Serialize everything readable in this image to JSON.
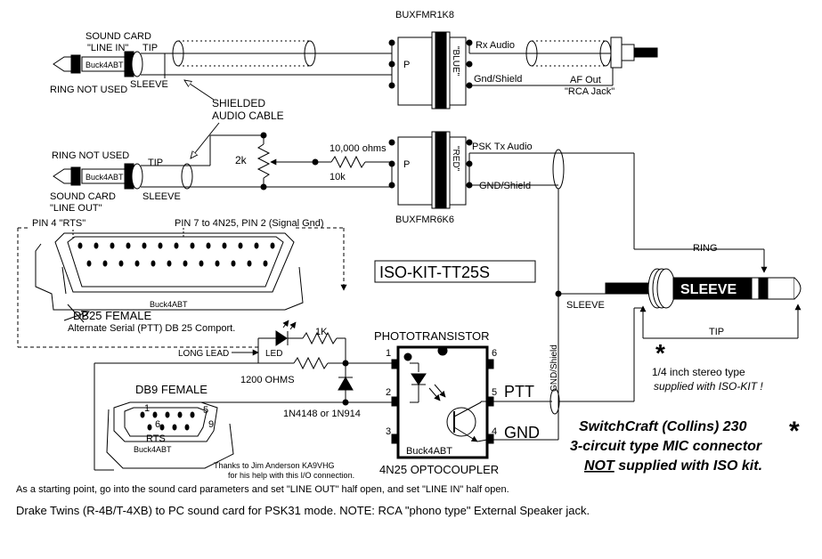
{
  "top_transformer": {
    "part": "BUXFMR1K8",
    "color": "\"BLUE\"",
    "primary": "P",
    "out1": "Rx Audio",
    "out2": "Gnd/Shield"
  },
  "bottom_transformer": {
    "part": "BUXFMR6K6",
    "color": "\"RED\"",
    "primary": "P",
    "out1": "PSK Tx Audio",
    "out2": "GND/Shield"
  },
  "line_in": {
    "title1": "SOUND CARD",
    "title2": "\"LINE IN\"",
    "tip": "TIP",
    "sleeve": "SLEEVE",
    "ring": "RING NOT USED",
    "plug_label": "Buck4ABT"
  },
  "line_out": {
    "ring": "RING NOT USED",
    "tip": "TIP",
    "sleeve": "SLEEVE",
    "title1": "SOUND CARD",
    "title2": "\"LINE OUT\"",
    "plug_label": "Buck4ABT"
  },
  "shielded_cable": {
    "line1": "SHIELDED",
    "line2": "AUDIO CABLE"
  },
  "af_out": {
    "line1": "AF Out",
    "line2": "\"RCA Jack\""
  },
  "pot": {
    "value": "2k"
  },
  "resistor_10k": {
    "value": "10,000 ohms",
    "short": "10k"
  },
  "db25": {
    "pin4": "PIN 4  \"RTS\"",
    "pin7": "PIN 7  to 4N25, PIN 2 (Signal Gnd)",
    "label": "DB25 FEMALE",
    "note": "Alternate Serial (PTT) DB 25 Comport.",
    "brand": "Buck4ABT"
  },
  "iso_kit": "ISO-KIT-TT25S",
  "mic_plug": {
    "ring": "RING",
    "sleeve_label": "SLEEVE",
    "sleeve_jack": "SLEEVE",
    "tip": "TIP"
  },
  "gnd_shield_vertical": "GND/Shield",
  "gnd_shield_vertical2": "GND/Shield",
  "star_note": {
    "line1": "1/4 inch stereo type",
    "line2": "supplied with ISO-KIT !"
  },
  "switchcraft": {
    "line1": "SwitchCraft (Collins) 230",
    "line2": "3-circuit type MIC connector",
    "line3_u": "NOT",
    "line3_rest": " supplied with ISO kit."
  },
  "led_section": {
    "r1k": "1K",
    "long_lead": "LONG LEAD",
    "led": "LED",
    "r1200": "1200 OHMS",
    "diode": "1N4148 or 1N914"
  },
  "phototransistor": "PHOTOTRANSISTOR",
  "opto": {
    "label": "4N25  OPTOCOUPLER",
    "brand": "Buck4ABT",
    "pin1": "1",
    "pin2": "2",
    "pin3": "3",
    "pin4": "4",
    "pin5": "5",
    "pin6": "6",
    "ptt": "PTT",
    "gnd": "GND"
  },
  "db9": {
    "label": "DB9 FEMALE",
    "rts": "RTS",
    "pin1": "1",
    "pin5": "5",
    "pin6": "6",
    "pin9": "9",
    "brand": "Buck4ABT"
  },
  "thanks": {
    "line1": "Thanks to Jim Anderson KA9VHG",
    "line2": "for his help with this I/O connection."
  },
  "footer": {
    "line1": "As a starting point, go into the sound card parameters and set \"LINE OUT\" half open, and set \"LINE IN\" half open.",
    "line2": "Drake Twins (R-4B/T-4XB) to PC sound card for PSK31 mode.  NOTE: RCA \"phono type\" External Speaker jack."
  }
}
